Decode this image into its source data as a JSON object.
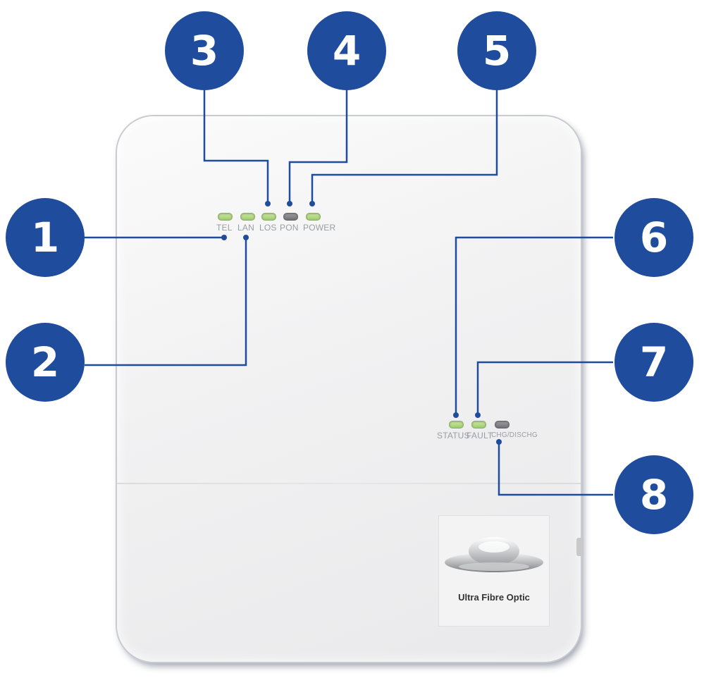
{
  "device": {
    "leds_top": [
      {
        "label": "TEL",
        "state": "green"
      },
      {
        "label": "LAN",
        "state": "green"
      },
      {
        "label": "LOS",
        "state": "green"
      },
      {
        "label": "PON",
        "state": "grey"
      },
      {
        "label": "POWER",
        "state": "green"
      }
    ],
    "leds_bottom": [
      {
        "label": "STATUS",
        "state": "green"
      },
      {
        "label": "FAULT",
        "state": "green"
      },
      {
        "label": "CHG/DISCHG",
        "state": "grey"
      }
    ],
    "logo_text": "Ultra Fibre Optic"
  },
  "callouts": [
    "1",
    "2",
    "3",
    "4",
    "5",
    "6",
    "7",
    "8"
  ],
  "colors": {
    "callout_fill": "#1f4c9c",
    "callout_text": "#ffffff",
    "leader_line": "#1f4c9c",
    "led_green": "#9ccc6b",
    "led_grey": "#6f6f74"
  }
}
